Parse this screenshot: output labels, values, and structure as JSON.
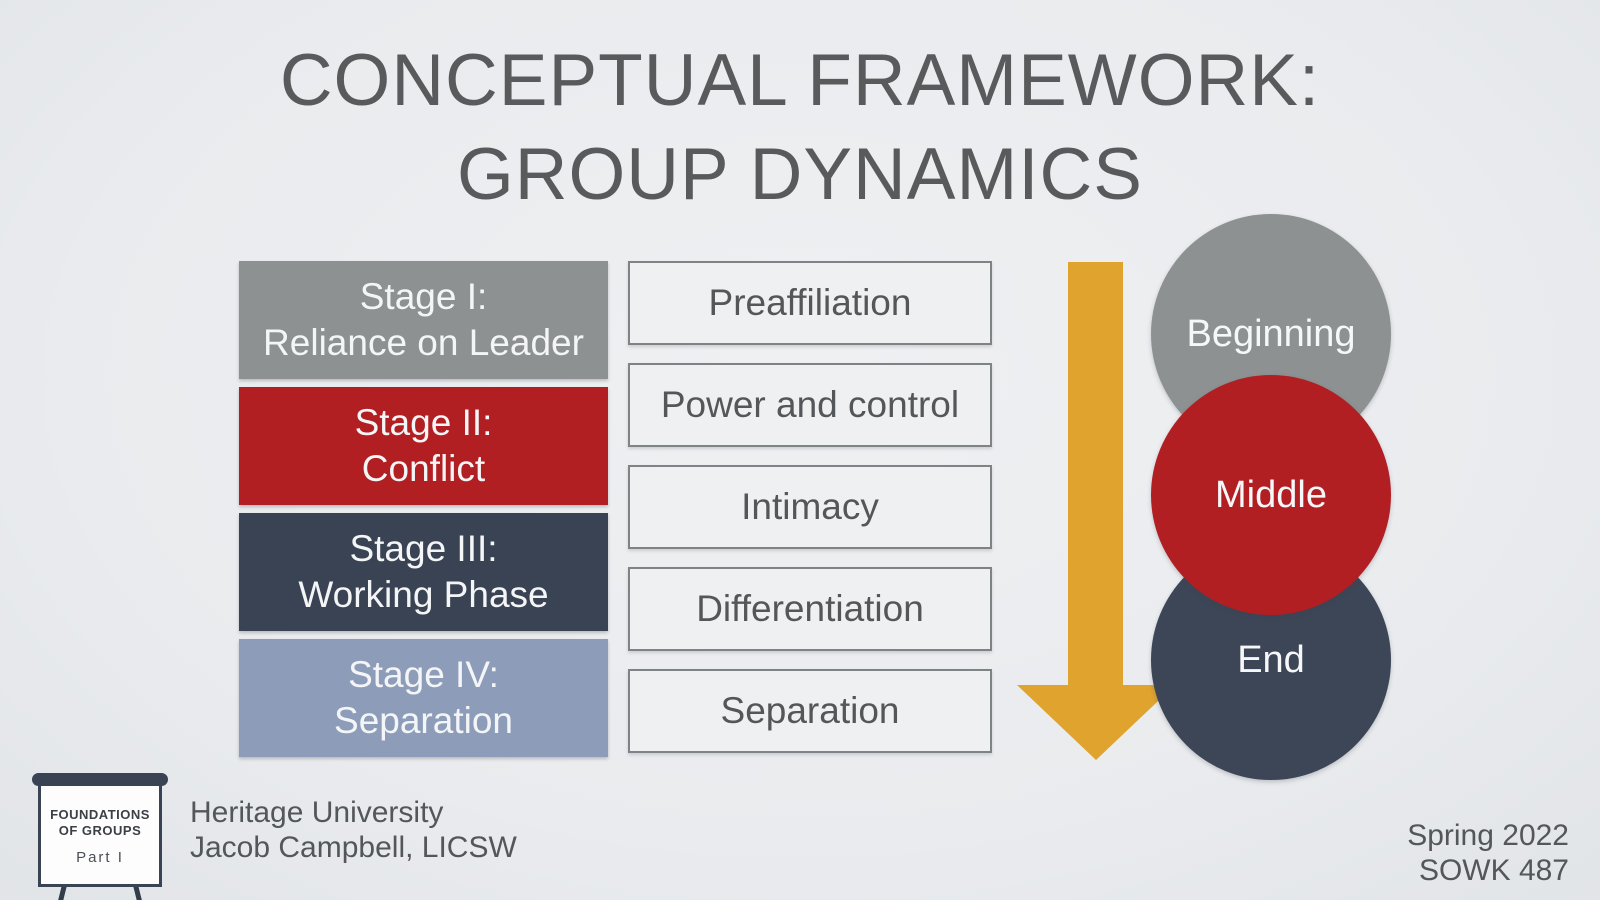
{
  "title": {
    "line1": "CONCEPTUAL FRAMEWORK:",
    "line2": "GROUP DYNAMICS"
  },
  "stages": [
    {
      "line1": "Stage I:",
      "line2": "Reliance on Leader",
      "color": "#8d9192"
    },
    {
      "line1": "Stage II:",
      "line2": "Conflict",
      "color": "#b11f23"
    },
    {
      "line1": "Stage III:",
      "line2": "Working Phase",
      "color": "#3a4354"
    },
    {
      "line1": "Stage IV:",
      "line2": "Separation",
      "color": "#8d9db9"
    }
  ],
  "phases": [
    {
      "label": "Preaffiliation"
    },
    {
      "label": "Power and control"
    },
    {
      "label": "Intimacy"
    },
    {
      "label": "Differentiation"
    },
    {
      "label": "Separation"
    }
  ],
  "timeline": [
    {
      "label": "Beginning",
      "color": "#8d9192"
    },
    {
      "label": "Middle",
      "color": "#b11f23"
    },
    {
      "label": "End",
      "color": "#3d4657"
    }
  ],
  "arrow": {
    "direction": "down",
    "color": "#dfa32e"
  },
  "flipchart": {
    "icon": "flipchart-easel",
    "line1": "FOUNDATIONS",
    "line2": "OF GROUPS",
    "line3": "Part I"
  },
  "credits": {
    "line1": "Heritage University",
    "line2": "Jacob Campbell, LICSW"
  },
  "footer": {
    "line1": "Spring 2022",
    "line2": "SOWK 487"
  },
  "palette": {
    "background": "#e9ebee",
    "title_text": "#595a5c",
    "stage_text": "#f4f5f6",
    "phase_border": "#7e8386",
    "phase_text": "#54575a",
    "flipchart_dark": "#3a4354"
  }
}
